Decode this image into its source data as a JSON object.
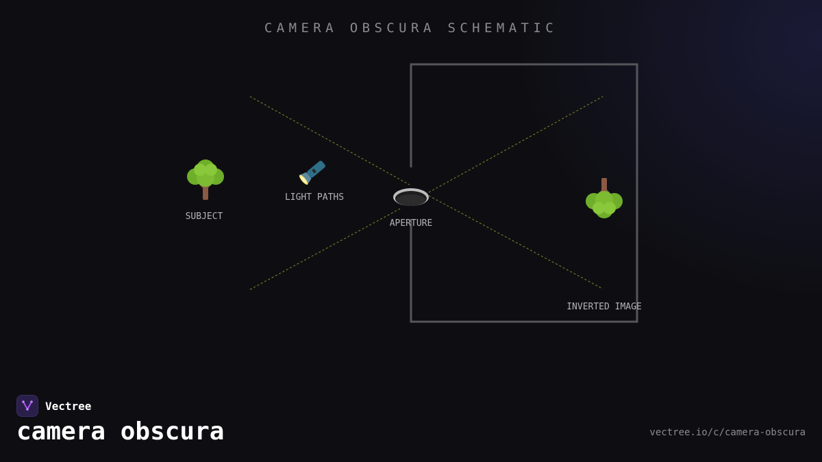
{
  "diagram": {
    "title": "CAMERA OBSCURA SCHEMATIC",
    "labels": {
      "subject": "SUBJECT",
      "light_paths": "LIGHT PATHS",
      "aperture": "APERTURE",
      "inverted_image": "INVERTED IMAGE"
    },
    "icons": {
      "subject": "tree-icon",
      "light": "flashlight-icon",
      "aperture": "pinhole-icon",
      "image": "inverted-tree-icon"
    },
    "colors": {
      "box": "#55555a",
      "rays": "#8a8a2a",
      "label": "#b4b4b8",
      "title": "#8a8a90"
    }
  },
  "footer": {
    "brand": "Vectree",
    "page_title": "camera obscura",
    "url": "vectree.io/c/camera-obscura"
  }
}
